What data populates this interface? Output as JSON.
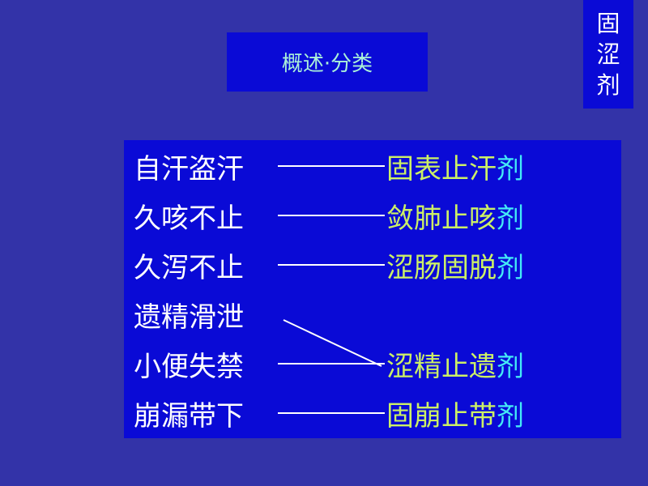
{
  "title": "概述·分类",
  "side_label": [
    "固",
    "涩",
    "剂"
  ],
  "rows": [
    {
      "left": "自汗盗汗",
      "result_main": "固表止汗",
      "result_suffix": "剂"
    },
    {
      "left": "久咳不止",
      "result_main": "敛肺止咳",
      "result_suffix": "剂"
    },
    {
      "left": "久泻不止",
      "result_main": "涩肠固脱",
      "result_suffix": "剂"
    },
    {
      "left": "遗精滑泄",
      "result_main": "",
      "result_suffix": ""
    },
    {
      "left": "小便失禁",
      "result_main": "涩精止遗",
      "result_suffix": "剂"
    },
    {
      "left": "崩漏带下",
      "result_main": "固崩止带",
      "result_suffix": "剂"
    }
  ],
  "colors": {
    "background": "#3333a8",
    "box": "#0a0ad6",
    "title_text": "#aaf0d8",
    "result_text": "#ccf066",
    "suffix_text": "#44eaf6"
  }
}
